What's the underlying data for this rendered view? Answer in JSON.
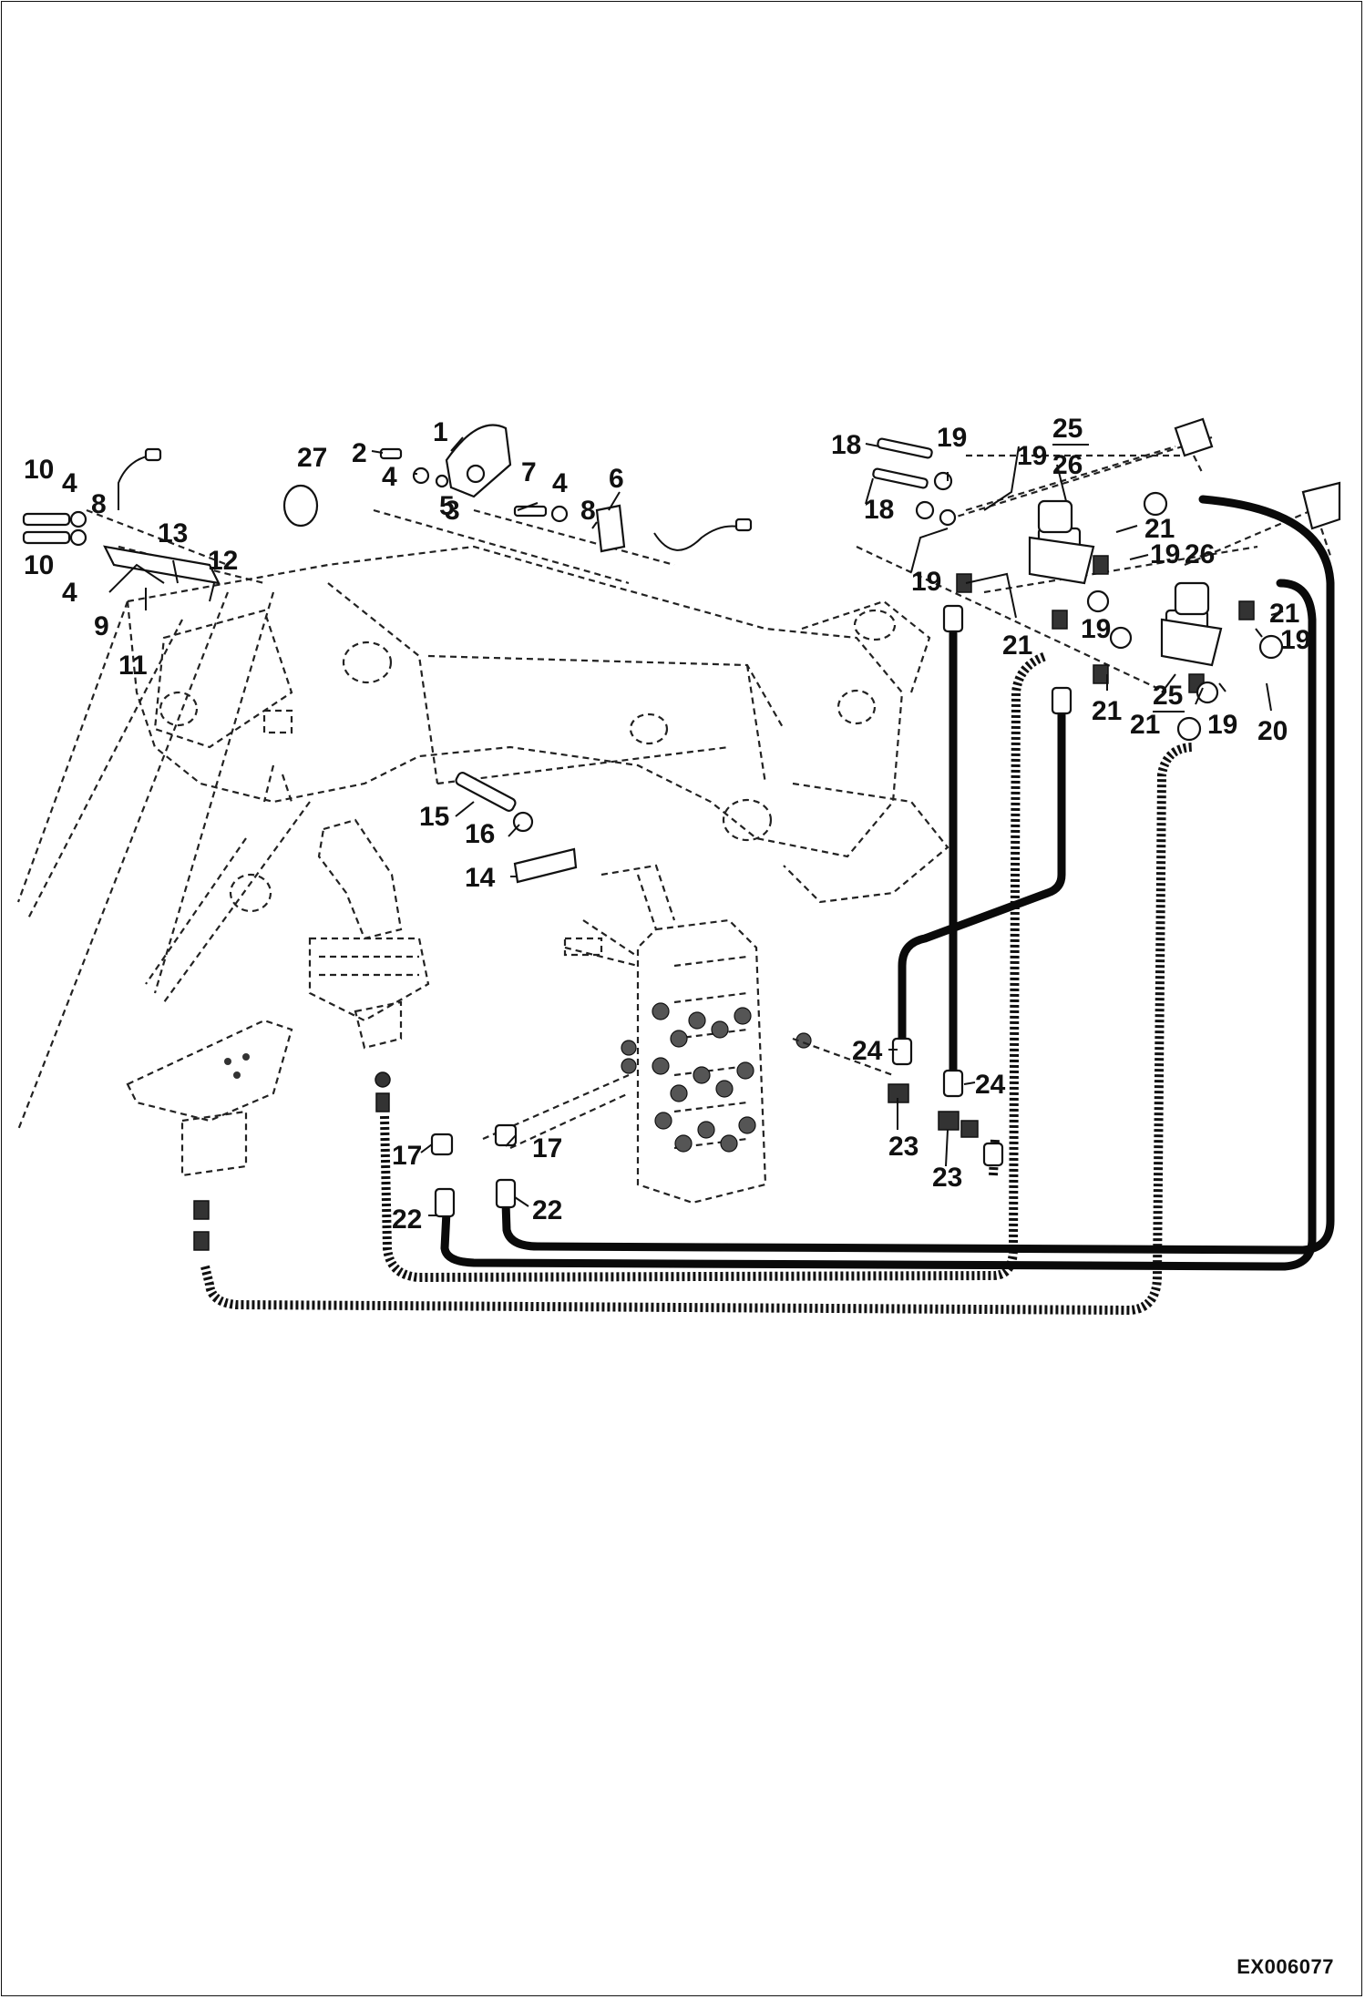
{
  "diagram": {
    "code": "EX006077",
    "callouts": [
      "1",
      "2",
      "3",
      "4",
      "5",
      "6",
      "7",
      "8",
      "9",
      "10",
      "11",
      "12",
      "13",
      "14",
      "15",
      "16",
      "17",
      "18",
      "19",
      "20",
      "21",
      "22",
      "23",
      "24",
      "25",
      "26",
      "27"
    ]
  }
}
